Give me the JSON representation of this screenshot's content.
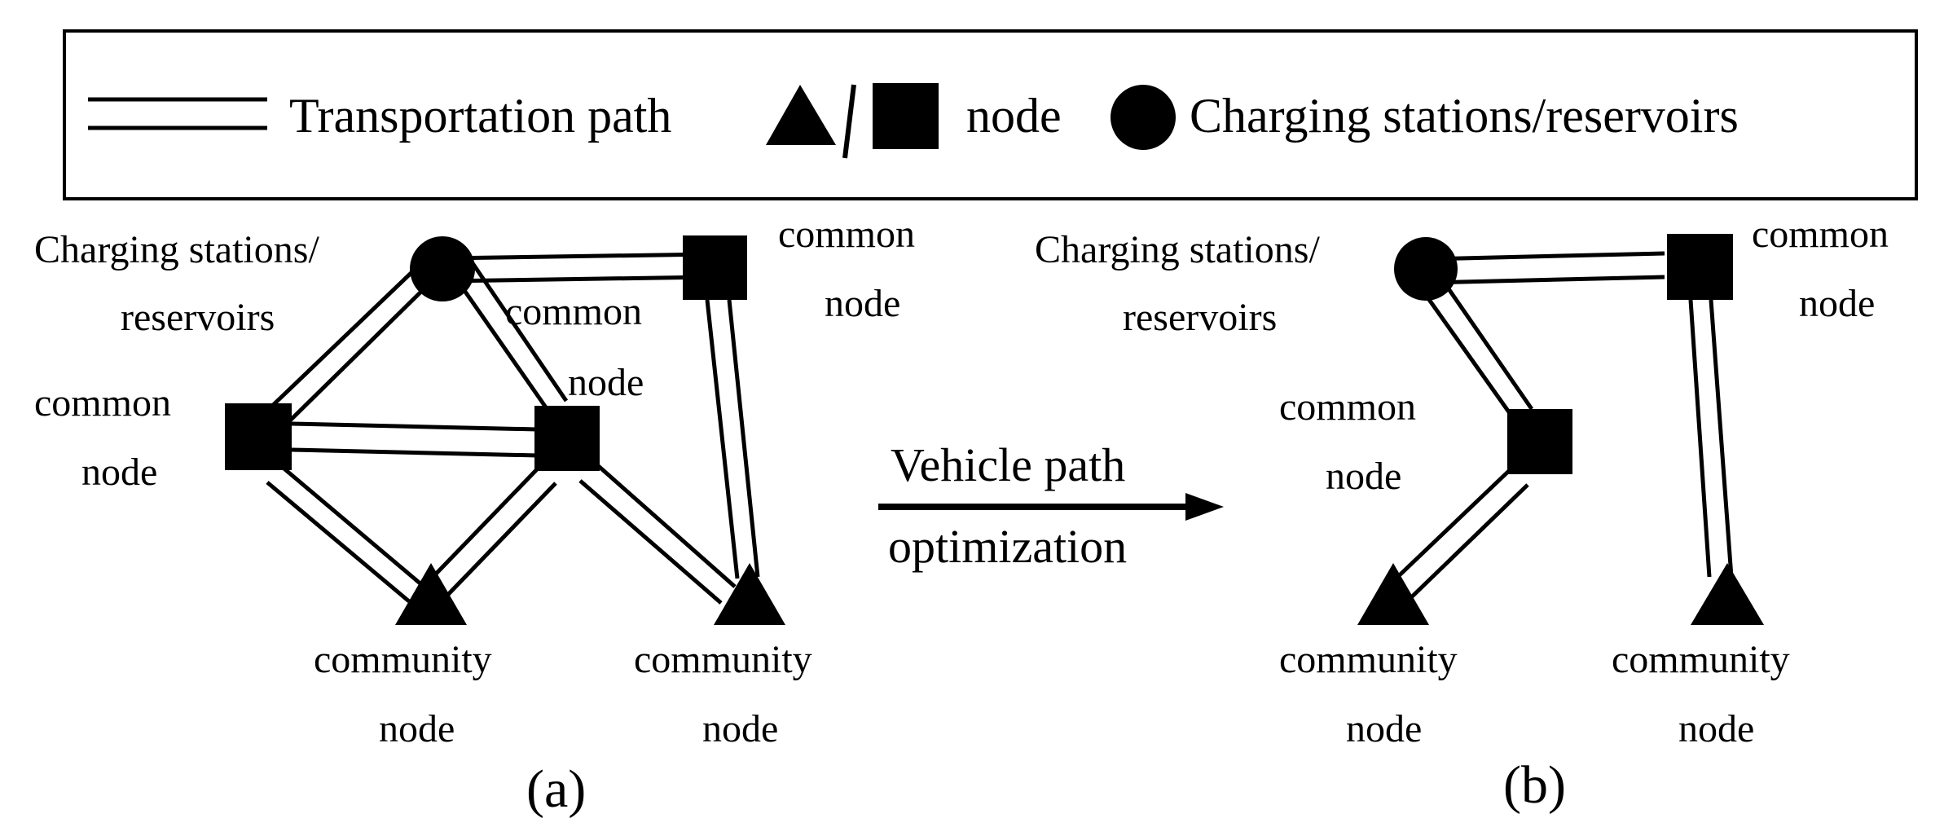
{
  "legend": {
    "path_label": "Transportation path",
    "node_label": "node",
    "station_label": "Charging stations/reservoirs"
  },
  "panel_a": {
    "station_line1": "Charging stations/",
    "station_line2": "reservoirs",
    "common_top_right_line1": "common",
    "common_top_right_line2": "node",
    "common_center_line1": "common",
    "common_center_line2": "node",
    "common_left_line1": "common",
    "common_left_line2": "node",
    "community_left_line1": "community",
    "community_left_line2": "node",
    "community_right_line1": "community",
    "community_right_line2": "node",
    "caption": "(a)"
  },
  "arrow": {
    "line1": "Vehicle path",
    "line2": "optimization"
  },
  "panel_b": {
    "station_line1": "Charging stations/",
    "station_line2": "reservoirs",
    "common_top_right_line1": "common",
    "common_top_right_line2": "node",
    "common_center_line1": "common",
    "common_center_line2": "node",
    "community_left_line1": "community",
    "community_left_line2": "node",
    "community_right_line1": "community",
    "community_right_line2": "node",
    "caption": "(b)"
  }
}
